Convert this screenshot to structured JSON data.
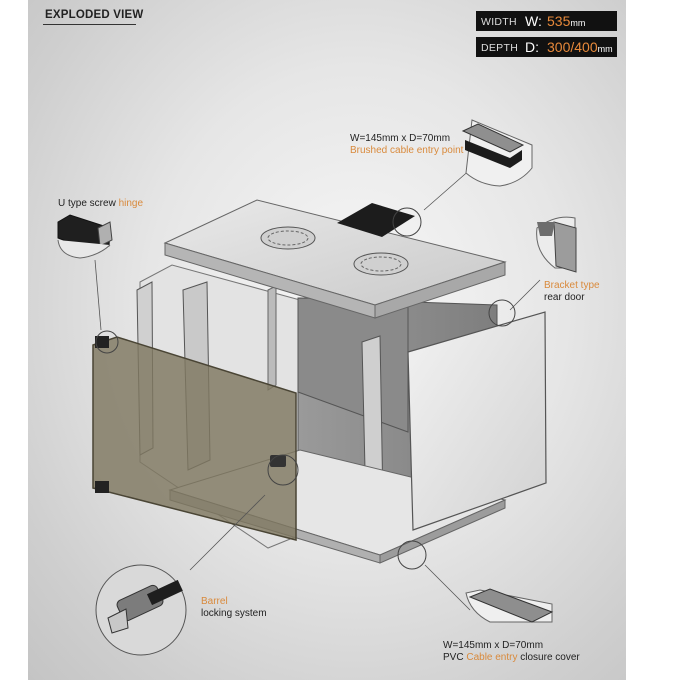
{
  "header": {
    "title": "EXPLODED VIEW"
  },
  "specs": {
    "width": {
      "label": "WIDTH",
      "key": "W:",
      "value": "535",
      "unit": "mm"
    },
    "depth": {
      "label": "DEPTH",
      "key": "D:",
      "value": "300/400",
      "unit": "mm"
    }
  },
  "callouts": {
    "top_entry": {
      "line1": "W=145mm x D=70mm",
      "line2": "Brushed cable entry point"
    },
    "hinge": {
      "text": "U type screw ",
      "highlight": "hinge"
    },
    "rear_door": {
      "highlight": "Bracket type",
      "line2": "rear door"
    },
    "barrel": {
      "highlight": "Barrel",
      "line2": "locking system"
    },
    "bottom_cover": {
      "line1": "W=145mm x D=70mm",
      "prefix": "PVC ",
      "highlight": "Cable entry",
      "suffix": " closure cover"
    }
  },
  "colors": {
    "accent": "#d98a3c",
    "spec_bg": "#111111",
    "glass": "#8c8468"
  }
}
